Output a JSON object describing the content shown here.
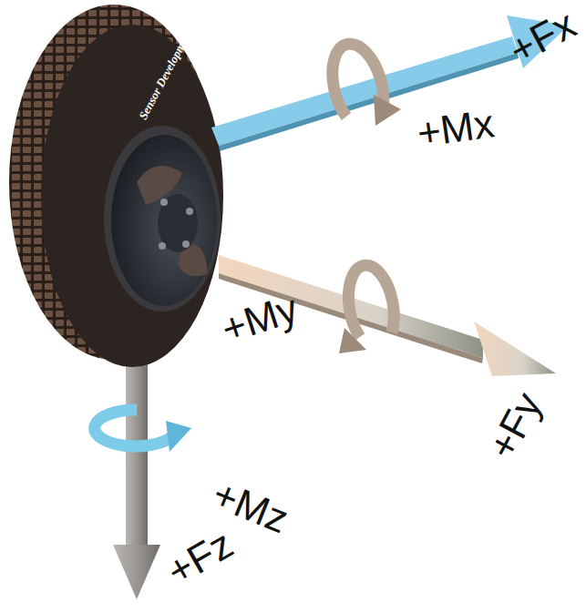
{
  "diagram": {
    "labels": [
      "+Fx",
      "+Mx",
      "+My",
      "+Fy",
      "+Mz",
      "+Fz",
      "Sensor Developments Inc."
    ]
  }
}
